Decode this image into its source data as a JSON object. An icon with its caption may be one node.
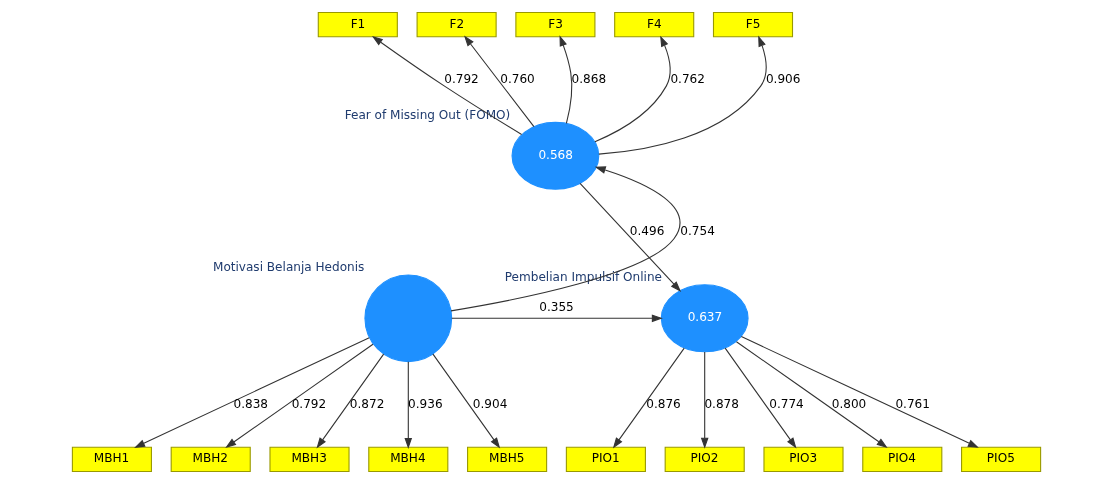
{
  "diagram": {
    "nodes": [
      {
        "text": [
          "F1"
        ]
      },
      {
        "text": [
          "F2"
        ]
      },
      {
        "text": [
          "F3"
        ]
      },
      {
        "text": [
          "F4"
        ]
      },
      {
        "text": [
          "F5"
        ]
      },
      {
        "text": [
          "0.568"
        ],
        "beside": [
          "Fear of Missing Out (FOMO)"
        ]
      },
      {
        "text": [
          "MBH1"
        ]
      },
      {
        "text": [
          "MBH2"
        ]
      },
      {
        "text": [
          "MBH3"
        ]
      },
      {
        "text": [
          "MBH4"
        ]
      },
      {
        "text": [
          "MBH5"
        ]
      },
      {
        "text": [],
        "shape": "circle",
        "beside": [
          "Motivasi Belanja Hedonis"
        ]
      },
      {
        "text": [
          "0.637"
        ],
        "beside": [
          "Pembelian Impulsif Online"
        ]
      },
      {
        "text": [
          "PIO1"
        ]
      },
      {
        "text": [
          "PIO2"
        ]
      },
      {
        "text": [
          "PIO3"
        ]
      },
      {
        "text": [
          "PIO4"
        ]
      },
      {
        "text": [
          "PIO5"
        ]
      }
    ],
    "edges": [
      {
        "from": 5,
        "to": 0,
        "arrow": "to",
        "label": "0.792"
      },
      {
        "from": 5,
        "to": 1,
        "arrow": "to",
        "label": "0.760"
      },
      {
        "from": 5,
        "to": 2,
        "arrow": "to",
        "label": "0.868"
      },
      {
        "from": 5,
        "to": 3,
        "arrow": "to",
        "label": "0.762"
      },
      {
        "from": 5,
        "to": 4,
        "arrow": "to",
        "label": "0.906"
      },
      {
        "from": 11,
        "to": 5,
        "arrow": "to",
        "label": "0.754"
      },
      {
        "from": 5,
        "to": 12,
        "arrow": "to",
        "label": "0.496"
      },
      {
        "from": 11,
        "to": 6,
        "arrow": "to",
        "label": "0.838"
      },
      {
        "from": 11,
        "to": 7,
        "arrow": "to",
        "label": "0.792"
      },
      {
        "from": 11,
        "to": 8,
        "arrow": "to",
        "label": "0.872"
      },
      {
        "from": 11,
        "to": 9,
        "arrow": "to",
        "label": "0.936"
      },
      {
        "from": 11,
        "to": 10,
        "arrow": "to",
        "label": "0.904"
      },
      {
        "from": 11,
        "to": 12,
        "arrow": "to",
        "label": "0.355"
      },
      {
        "from": 12,
        "to": 13,
        "arrow": "to",
        "label": "0.876"
      },
      {
        "from": 12,
        "to": 14,
        "arrow": "to",
        "label": "0.878"
      },
      {
        "from": 12,
        "to": 15,
        "arrow": "to",
        "label": "0.774"
      },
      {
        "from": 12,
        "to": 16,
        "arrow": "to",
        "label": "0.800"
      },
      {
        "from": 12,
        "to": 17,
        "arrow": "to",
        "label": "0.761"
      }
    ]
  }
}
